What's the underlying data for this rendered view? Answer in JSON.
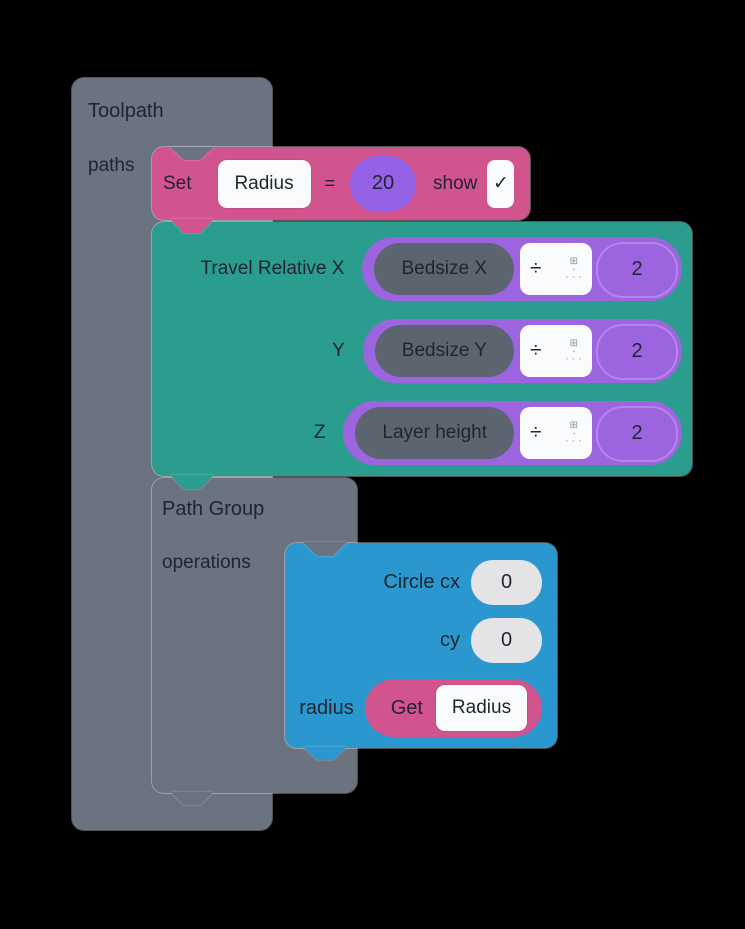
{
  "colors": {
    "background": "#000000",
    "block_gray": "#6b7280",
    "block_pink": "#d2548e",
    "block_teal": "#2a9d8f",
    "block_blue": "#2b97cf",
    "block_purple": "#9d64e0",
    "value_purple": "#9561e6",
    "operand_gray": "#5c6470",
    "field_white": "#fafbfc",
    "pill_light": "#e4e4e6",
    "text_dark": "#1f2530"
  },
  "toolpath_block": {
    "title": "Toolpath",
    "input_label": "paths"
  },
  "set_block": {
    "keyword": "Set",
    "variable": "Radius",
    "equals": "=",
    "value": "20",
    "show_label": "show",
    "checkbox_glyph": "✓"
  },
  "travel_block": {
    "rows": [
      {
        "label": "Travel Relative X",
        "operand": "Bedsize X",
        "operator": "÷",
        "value": "2"
      },
      {
        "label": "Y",
        "operand": "Bedsize Y",
        "operator": "÷",
        "value": "2"
      },
      {
        "label": "Z",
        "operand": "Layer height",
        "operator": "÷",
        "value": "2"
      }
    ]
  },
  "path_group_block": {
    "title": "Path Group",
    "input_label": "operations"
  },
  "circle_block": {
    "fields": [
      {
        "label": "Circle cx",
        "value": "0"
      },
      {
        "label": "cy",
        "value": "0"
      }
    ],
    "radius_label": "radius",
    "get_keyword": "Get",
    "get_variable": "Radius"
  },
  "icons": {
    "operator_menu_grid": "⊞",
    "operator_menu_square": "▪",
    "operator_menu_dots": "◦ ◦ ◦"
  }
}
